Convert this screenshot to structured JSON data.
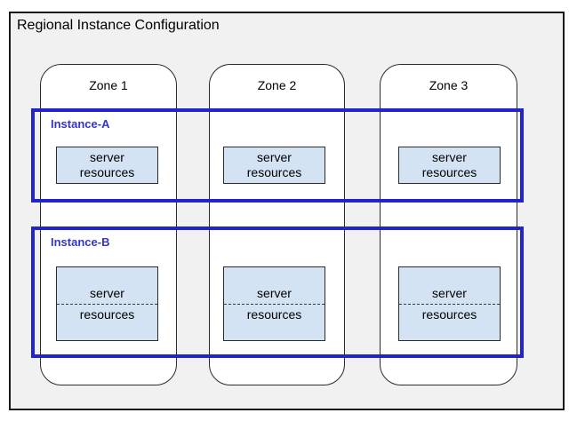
{
  "diagram": {
    "title": "Regional Instance Configuration",
    "zones": [
      {
        "label": "Zone 1"
      },
      {
        "label": "Zone 2"
      },
      {
        "label": "Zone 3"
      }
    ],
    "instances": [
      {
        "label": "Instance-A",
        "divider_style": "none",
        "boxes": [
          {
            "line1": "server",
            "line2": "resources"
          },
          {
            "line1": "server",
            "line2": "resources"
          },
          {
            "line1": "server",
            "line2": "resources"
          }
        ]
      },
      {
        "label": "Instance-B",
        "divider_style": "dashed",
        "boxes": [
          {
            "line1": "server",
            "line2": "resources"
          },
          {
            "line1": "server",
            "line2": "resources"
          },
          {
            "line1": "server",
            "line2": "resources"
          }
        ]
      }
    ],
    "colors": {
      "page_bg": "#ffffff",
      "region_bg": "#f1f1f1",
      "region_border": "#1a1a1a",
      "zone_fill": "#ffffff",
      "zone_border": "#2b2b2b",
      "instance_border": "#2323cc",
      "instance_label": "#3434cf",
      "server_box_fill": "#d3e3f3",
      "server_box_border": "#2b2b2b"
    }
  }
}
